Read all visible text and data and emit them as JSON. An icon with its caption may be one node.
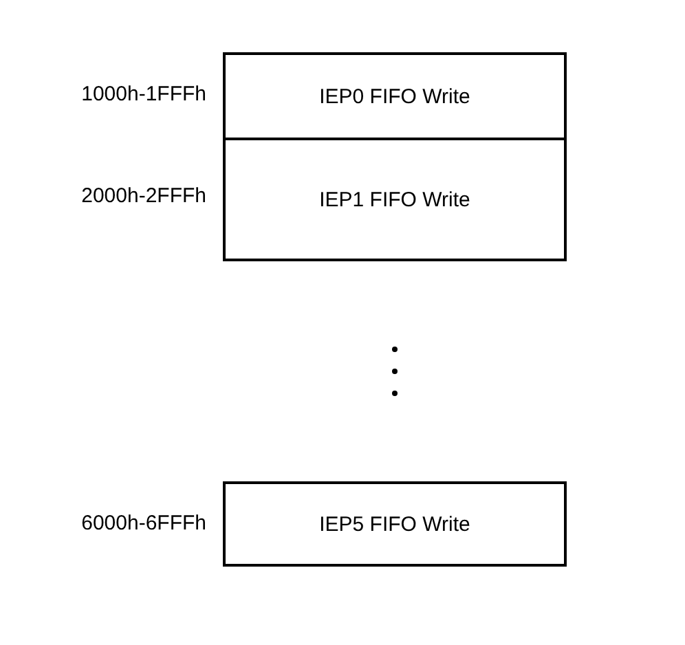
{
  "diagram": {
    "nodes": [
      {
        "text": [
          "IEP0 FIFO Write"
        ],
        "beside": [
          "1000h-1FFFh"
        ]
      },
      {
        "text": [
          "IEP1 FIFO Write"
        ],
        "beside": [
          "2000h-2FFFh"
        ]
      },
      {
        "text": [
          "IEP5 FIFO Write"
        ],
        "beside": [
          "6000h-6FFFh"
        ]
      }
    ]
  }
}
